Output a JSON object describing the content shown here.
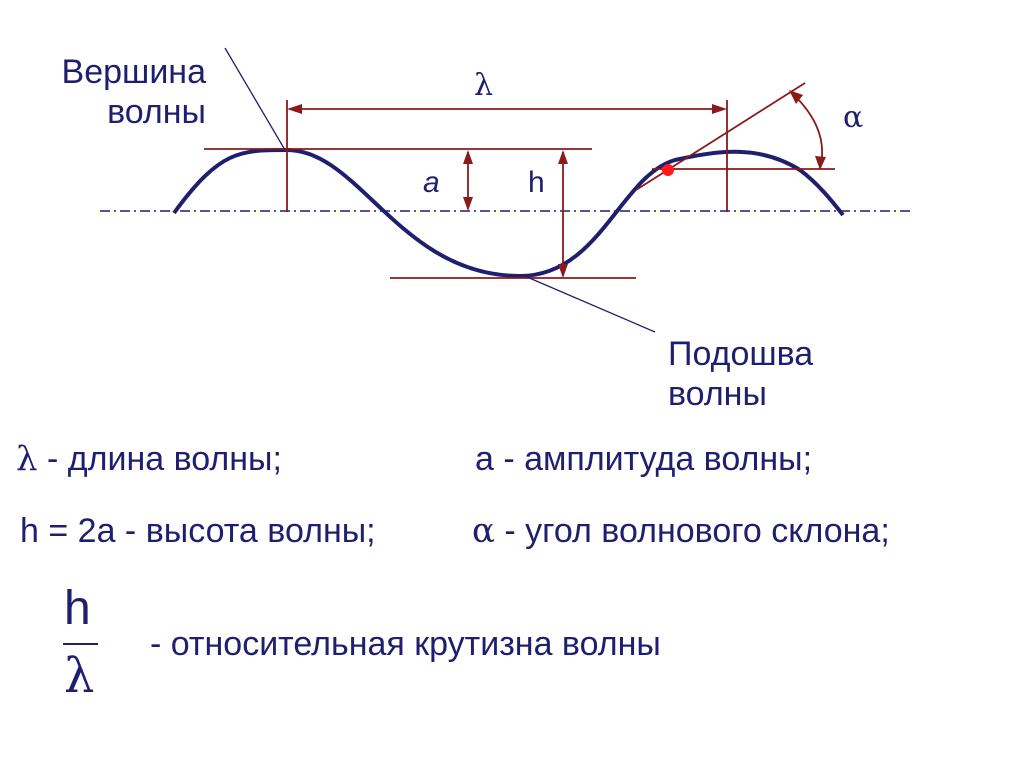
{
  "diagram": {
    "crest_label_line1": "Вершина",
    "crest_label_line2": "волны",
    "trough_label_line1": "Подошва",
    "trough_label_line2": "волны",
    "lambda_symbol": "λ",
    "alpha_symbol": "α",
    "a_symbol": "a",
    "h_symbol": "h"
  },
  "legend": {
    "row1_left_symbol": "λ",
    "row1_left_text": " - длина волны;",
    "row1_right_text": "a - амплитуда волны;",
    "row2_left_text": "h = 2a - высота волны;",
    "row2_right_symbol": "α",
    "row2_right_text": " - угол волнового склона;"
  },
  "formula": {
    "numerator": "h",
    "denominator": "λ",
    "text": "- относительная крутизна волны"
  },
  "colors": {
    "wave": "#1f1f70",
    "dimension": "#8b1a1a",
    "leader": "#1f1f70",
    "point": "#ff1a1a",
    "text": "#1f1f70"
  }
}
